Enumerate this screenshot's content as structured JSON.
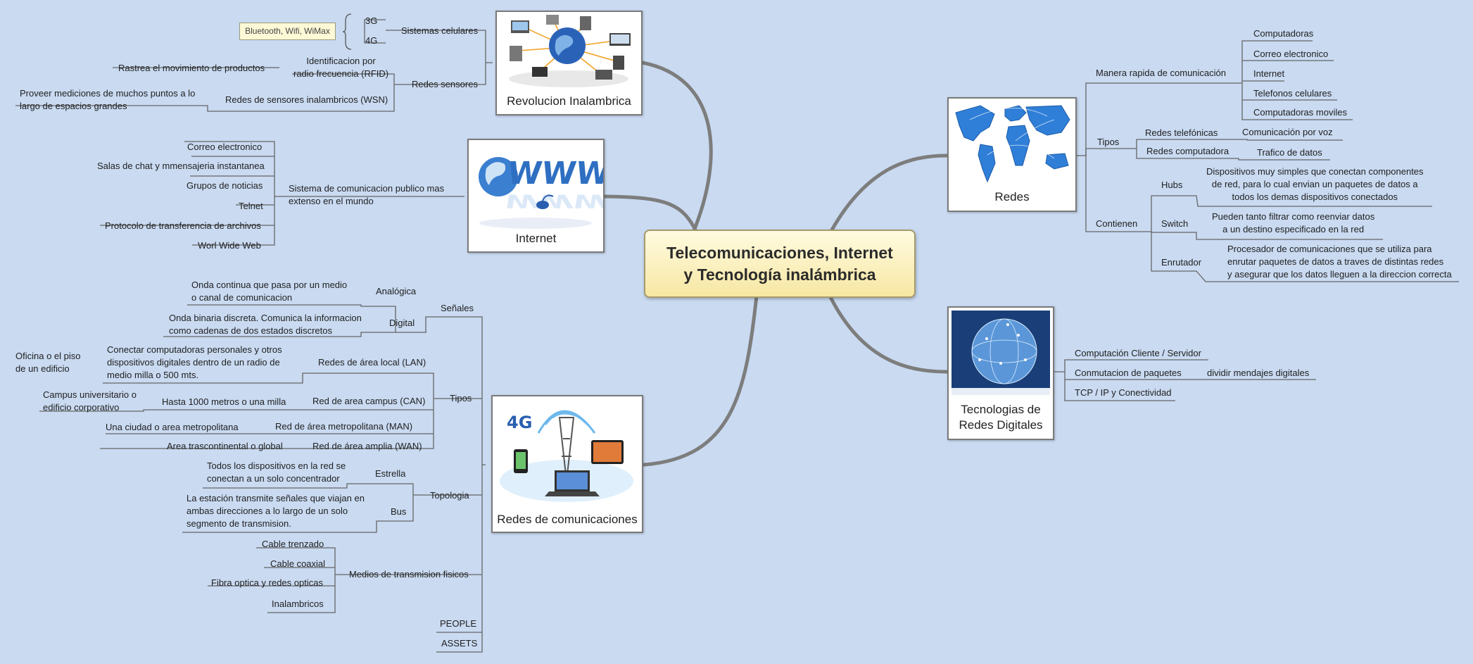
{
  "central_topic": "Telecomunicaciones, Internet\ny Tecnología inalámbrica",
  "revolucion": {
    "title": "Revolucion Inalambrica",
    "callout": "Bluetooth, Wifi, WiMax",
    "g3": "3G",
    "g4": "4G",
    "sistemas_celulares": "Sistemas celulares",
    "redes_sensores": "Redes sensores",
    "rfid": "Identificacion por\nradio frecuencia (RFID)",
    "rfid_detail": "Rastrea el movimiento de productos",
    "wsn": "Redes de sensores inalambricos (WSN)",
    "wsn_detail": "Proveer mediciones de muchos puntos a lo\nlargo de espacios grandes"
  },
  "internet": {
    "title": "Internet",
    "sistema": "Sistema de comunicacion publico mas\nextenso en el mundo",
    "items": [
      "Correo electronico",
      "Salas de chat y mmensajeria instantanea",
      "Grupos de noticias",
      "Telnet",
      "Protocolo de transferencia de archivos",
      "Worl Wide Web"
    ]
  },
  "redes_com": {
    "title": "Redes de comunicaciones",
    "senales": "Señales",
    "analogica": "Analógica",
    "analogica_d": "Onda continua que pasa por un medio\no canal de comunicacion",
    "digital": "Digital",
    "digital_d": "Onda binaria discreta. Comunica la informacion\ncomo cadenas de dos estados discretos",
    "tipos": "Tipos",
    "lan": "Redes de área local (LAN)",
    "lan_d": "Conectar computadoras personales y otros\ndispositivos digitales dentro de un radio de\nmedio milla o 500 mts.",
    "lan_d2": "Oficina o el piso\nde un edificio",
    "can": "Red de area campus (CAN)",
    "can_d": "Hasta 1000 metros o una milla",
    "can_d2": "Campus universitario o\nedificio corporativo",
    "man": "Red de área metropolitana (MAN)",
    "man_d": "Una ciudad o area metropolitana",
    "wan": "Red de área amplia (WAN)",
    "wan_d": "Area trascontinental o global",
    "topologia": "Topologia",
    "estrella": "Estrella",
    "estrella_d": "Todos los dispositivos en la red se\nconectan a un solo concentrador",
    "bus": "Bus",
    "bus_d": "La estación transmite señales que viajan en\nambas direcciones a lo largo de un solo\nsegmento de transmision.",
    "medios": "Medios de transmision fisicos",
    "medios_items": [
      "Cable trenzado",
      "Cable coaxial",
      "Fibra optica y redes opticas",
      "Inalambricos"
    ],
    "people": "PEOPLE",
    "assets": "ASSETS"
  },
  "redes": {
    "title": "Redes",
    "manera": "Manera rapida de comunicación",
    "manera_items": [
      "Computadoras",
      "Correo electronico",
      "Internet",
      "Telefonos celulares",
      "Computadoras moviles"
    ],
    "tipos": "Tipos",
    "telefonicas": "Redes telefónicas",
    "telefonicas_d": "Comunicación por voz",
    "computadora": "Redes computadora",
    "computadora_d": "Trafico de datos",
    "contienen": "Contienen",
    "hubs": "Hubs",
    "hubs_d": "Dispositivos muy simples que conectan componentes\nde red, para lo cual envian un paquetes de datos a\ntodos los demas dispositivos conectados",
    "switch": "Switch",
    "switch_d": "Pueden tanto filtrar como reenviar datos\na un destino especificado en la red",
    "enrutador": "Enrutador",
    "enrutador_d": "Procesador de comunicaciones que se utiliza para\nenrutar paquetes de datos a traves de distintas redes\ny asegurar que los datos lleguen a la direccion correcta"
  },
  "tecnologias": {
    "title": "Tecnologias de\nRedes Digitales",
    "items": [
      "Computación Cliente / Servidor",
      "Conmutacion de paquetes",
      "TCP / IP y Conectividad"
    ],
    "paquetes_d": "dividir mendajes digitales"
  }
}
